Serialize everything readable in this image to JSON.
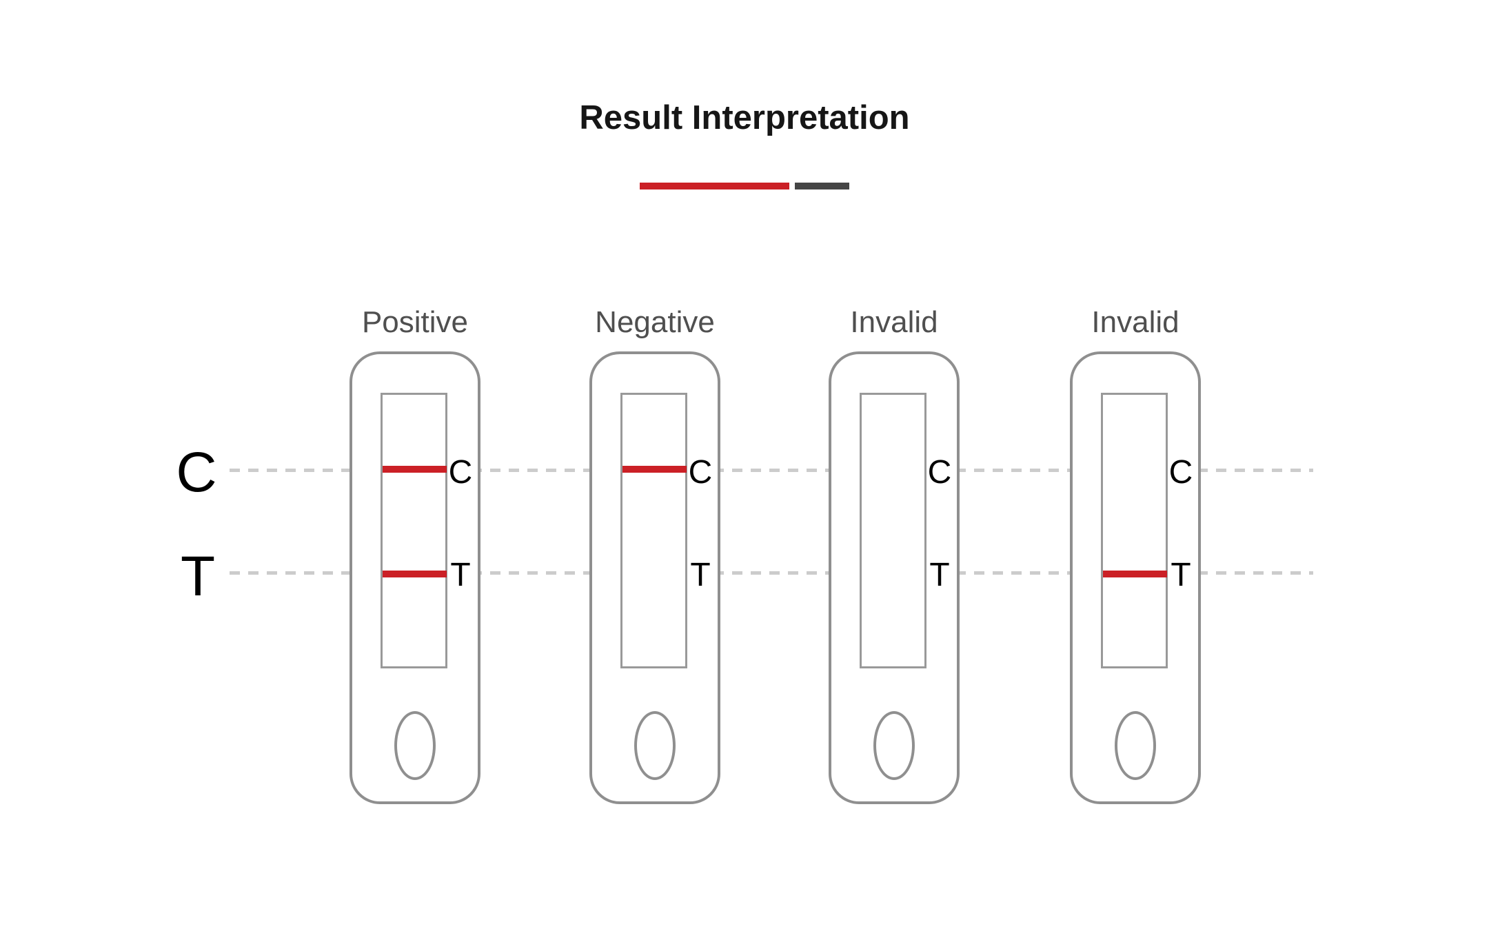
{
  "title": "Result Interpretation",
  "axis": {
    "control": "C",
    "test": "T"
  },
  "cassettes": [
    {
      "label": "Positive",
      "control_band": true,
      "test_band": true
    },
    {
      "label": "Negative",
      "control_band": true,
      "test_band": false
    },
    {
      "label": "Invalid",
      "control_band": false,
      "test_band": false
    },
    {
      "label": "Invalid",
      "control_band": false,
      "test_band": true
    }
  ],
  "colors": {
    "band_red": "#cb2026",
    "divider_red": "#cb2026",
    "divider_dark": "#454545",
    "cassette_stroke": "#8f8f8f",
    "window_stroke": "#999999",
    "guide_dash": "#cccccc",
    "result_label_text": "#4f4f4f",
    "title_text": "#161616"
  }
}
